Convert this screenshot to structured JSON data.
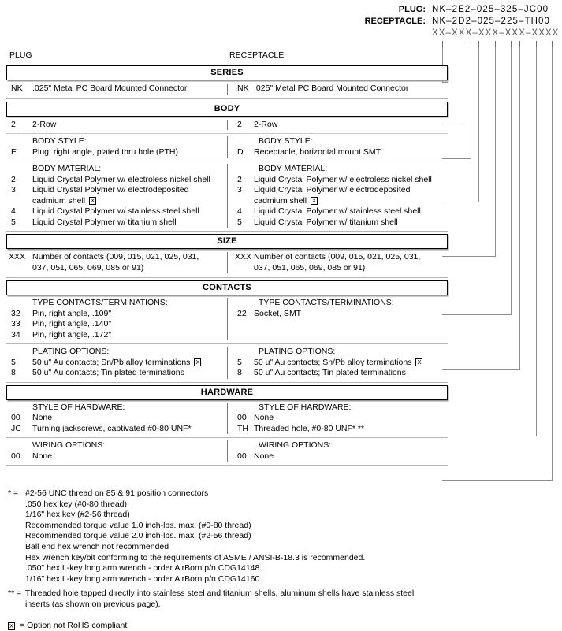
{
  "header": {
    "plug_label": "PLUG:",
    "receptacle_label": "RECEPTACLE:",
    "plug_code": "NK–2E2–025–325–JC00",
    "receptacle_code": "NK–2D2–025–225–TH00",
    "generic_code": "XX–XXX–XXX–XXX–XXXX"
  },
  "columns": {
    "plug": "PLUG",
    "receptacle": "RECEPTACLE"
  },
  "sections": {
    "series": {
      "title": "SERIES",
      "plug": {
        "key": "NK",
        "value": ".025\" Metal PC Board Mounted Connector"
      },
      "recep": {
        "key": "NK",
        "value": ".025\" Metal PC Board Mounted Connector"
      }
    },
    "body": {
      "title": "BODY",
      "row_key_plug": "2",
      "row_val_plug": "2-Row",
      "row_key_recep": "2",
      "row_val_recep": "2-Row",
      "style_header": "BODY STYLE:",
      "style_plug_key": "E",
      "style_plug_val": "Plug, right angle, plated thru hole (PTH)",
      "style_recep_key": "D",
      "style_recep_val": "Receptacle, horizontal mount SMT",
      "material_header": "BODY MATERIAL:",
      "materials": [
        {
          "key": "2",
          "value": "Liquid Crystal Polymer w/ electroless nickel shell",
          "rohs": false
        },
        {
          "key": "3",
          "value": "Liquid Crystal Polymer w/ electrodeposited",
          "value2": "cadmium shell",
          "rohs": true
        },
        {
          "key": "4",
          "value": "Liquid Crystal Polymer w/ stainless steel shell",
          "rohs": false
        },
        {
          "key": "5",
          "value": "Liquid Crystal Polymer w/ titanium shell",
          "rohs": false
        }
      ]
    },
    "size": {
      "title": "SIZE",
      "key": "XXX",
      "line1": "Number of contacts (009, 015, 021, 025, 031,",
      "line2": "037, 051, 065, 069, 085 or 91)"
    },
    "contacts": {
      "title": "CONTACTS",
      "type_header": "TYPE CONTACTS/TERMINATIONS:",
      "plug_types": [
        {
          "key": "32",
          "value": "Pin, right angle, .109\""
        },
        {
          "key": "33",
          "value": "Pin, right angle, .140\""
        },
        {
          "key": "34",
          "value": "Pin, right angle, .172\""
        }
      ],
      "recep_types": [
        {
          "key": "22",
          "value": "Socket, SMT"
        }
      ],
      "plating_header": "PLATING OPTIONS:",
      "plating": [
        {
          "key": "5",
          "value": "50 u\" Au contacts; Sn/Pb alloy terminations",
          "rohs": true
        },
        {
          "key": "8",
          "value": "50 u\" Au contacts; Tin plated terminations",
          "rohs": false
        }
      ]
    },
    "hardware": {
      "title": "HARDWARE",
      "style_header": "STYLE OF HARDWARE:",
      "plug_styles": [
        {
          "key": "00",
          "value": "None"
        },
        {
          "key": "JC",
          "value": "Turning jackscrews, captivated #0-80 UNF*"
        }
      ],
      "recep_styles": [
        {
          "key": "00",
          "value": "None"
        },
        {
          "key": "TH",
          "value": "Threaded hole, #0-80 UNF*  **"
        }
      ],
      "wiring_header": "WIRING OPTIONS:",
      "wiring_plug": {
        "key": "00",
        "value": "None"
      },
      "wiring_recep": {
        "key": "00",
        "value": "None"
      }
    }
  },
  "notes": {
    "star_mark": "* =",
    "star_first": "#2-56 UNC thread on 85 & 91 position connectors",
    "star_lines": [
      ".050 hex key (#0-80 thread)",
      "1/16\" hex key (#2-56 thread)",
      "Recommended torque value 1.0 inch-lbs. max. (#0-80 thread)",
      "Recommended torque value 2.0 inch-lbs. max. (#2-56 thread)",
      "Ball end hex wrench not recommended",
      "Hex wrench key/bit conforming to the requirements of ASME / ANSI-B-18.3 is recommended.",
      ".050\" hex L-key long arm wrench - order AirBorn p/n CDG14148.",
      "1/16\" hex L-key long arm wrench - order AirBorn p/n CDG14160."
    ],
    "dstar_mark": "** =",
    "dstar_line1": "Threaded hole tapped directly into stainless steel and titanium shells, aluminum shells have stainless steel",
    "dstar_line2": "inserts (as shown on previous page).",
    "rohs_text": "= Option not RoHS compliant",
    "rohs_symbol": "☒"
  }
}
